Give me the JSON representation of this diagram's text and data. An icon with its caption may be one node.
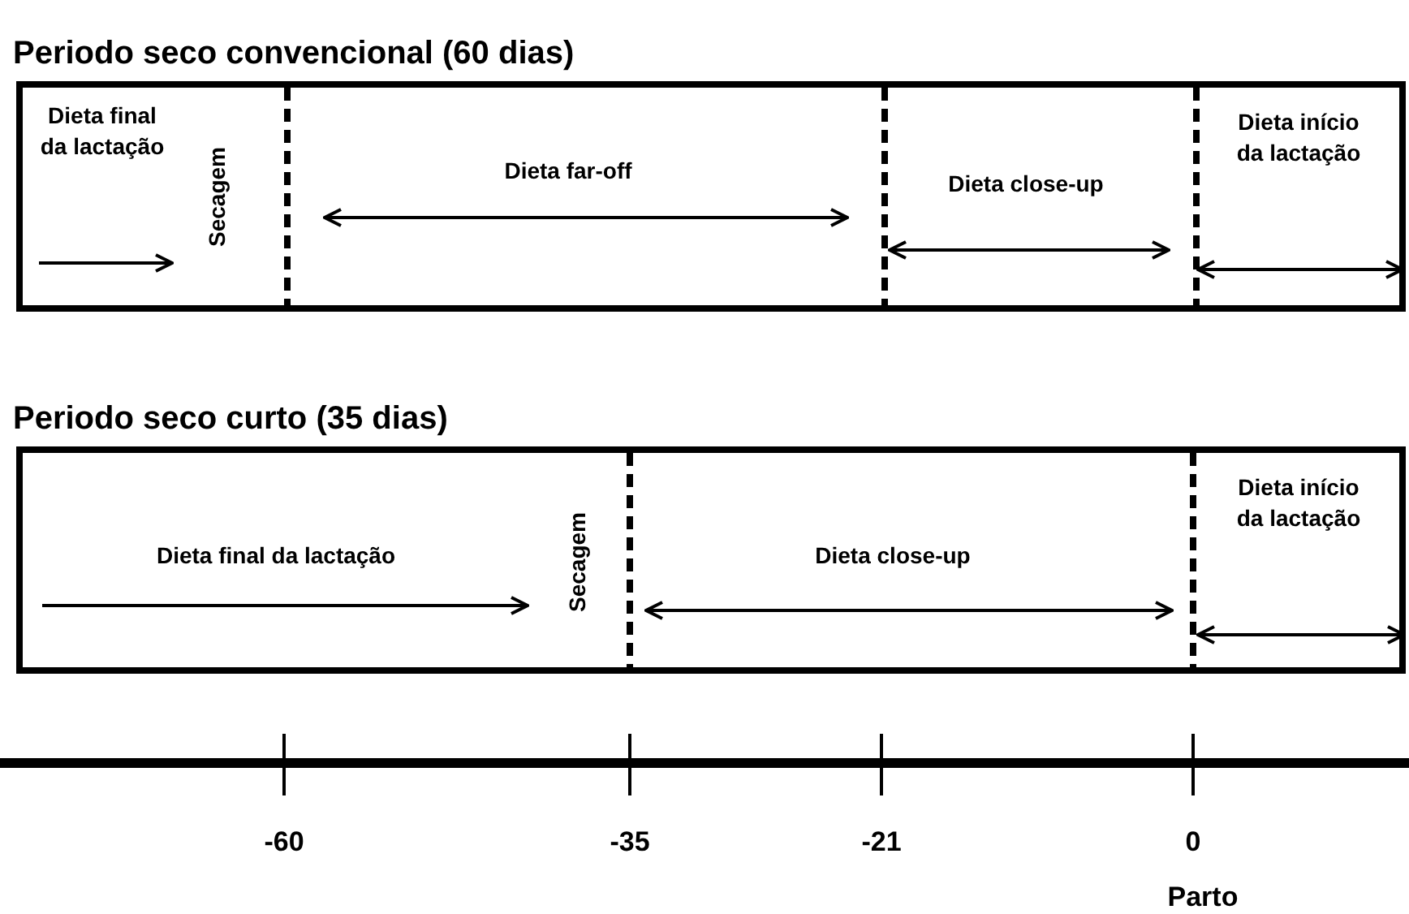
{
  "diagram": {
    "nodes": [
      {
        "text": [
          "Periodo seco convencional (60 dias)"
        ]
      },
      {
        "text": [
          "Dieta final da lactação"
        ],
        "in": 0
      },
      {
        "text": [
          "Secagem"
        ],
        "in": 0
      },
      {
        "text": [
          "Dieta far-off"
        ],
        "in": 0
      },
      {
        "text": [
          "Dieta close-up"
        ],
        "in": 0
      },
      {
        "text": [
          "Dieta início da lactação"
        ],
        "in": 0
      },
      {
        "text": [
          "Periodo seco curto (35 dias)"
        ]
      },
      {
        "text": [
          "Dieta final da lactação"
        ],
        "in": 6
      },
      {
        "text": [
          "Secagem"
        ],
        "in": 6
      },
      {
        "text": [
          "Dieta close-up"
        ],
        "in": 6
      },
      {
        "text": [
          "Dieta início da lactação"
        ],
        "in": 6
      }
    ],
    "labels": [
      "-60",
      "-35",
      "-21",
      "0",
      "Parto"
    ]
  }
}
